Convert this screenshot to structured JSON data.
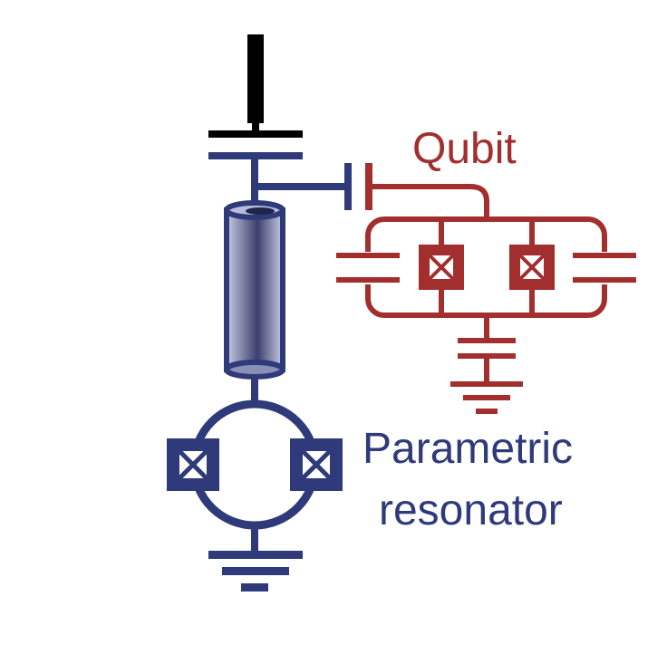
{
  "labels": {
    "qubit": "Qubit",
    "resonator_line1": "Parametric",
    "resonator_line2": "resonator"
  },
  "colors": {
    "resonator": "#2e3a7a",
    "qubit": "#a32e2e",
    "feedline": "#000000",
    "background": "#ffffff"
  }
}
